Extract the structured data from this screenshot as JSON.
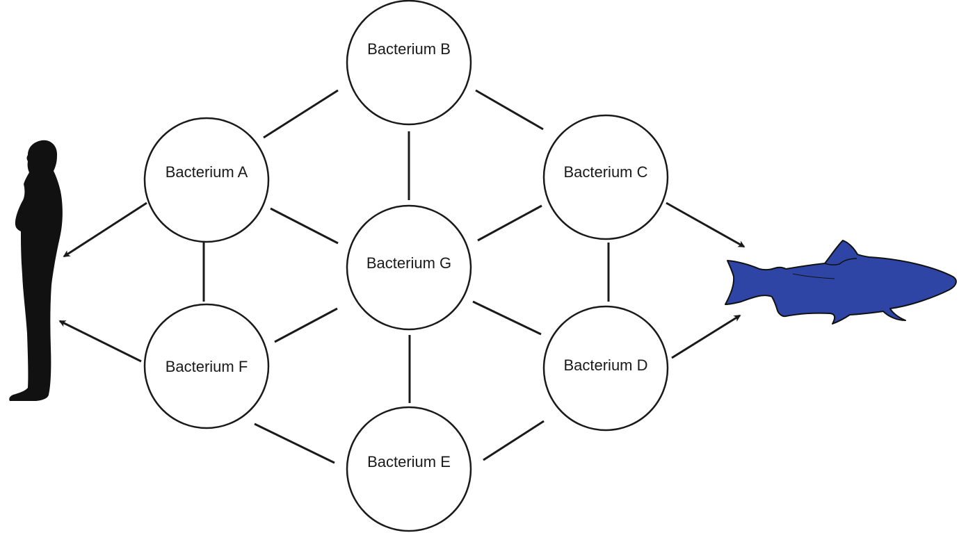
{
  "nodes": {
    "a": "Bacterium A",
    "b": "Bacterium B",
    "c": "Bacterium C",
    "d": "Bacterium D",
    "e": "Bacterium E",
    "f": "Bacterium F",
    "g": "Bacterium G"
  },
  "icons": {
    "left": "human-silhouette-icon",
    "right": "fish-silhouette-icon"
  },
  "colors": {
    "fish_fill": "#2e45a6",
    "silhouette": "#111111",
    "line": "#1a1a1a"
  }
}
